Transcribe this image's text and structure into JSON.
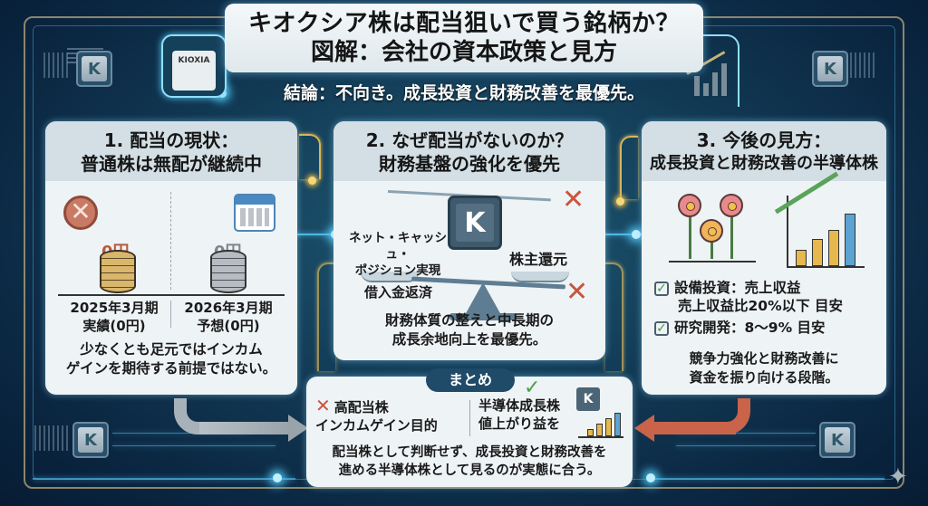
{
  "header": {
    "title_line1": "キオクシア株は配当狙いで買う銘柄か？",
    "title_line2": "図解：会社の資本政策と見方",
    "conclusion": "結論：不向き。成長投資と財務改善を最優先。",
    "logo_text": "KIOXIA"
  },
  "chip_label": "K",
  "panels": [
    {
      "heading_line1": "1. 配当の現状：",
      "heading_line2": "普通株は無配が継続中",
      "columns": [
        {
          "amount": "0円",
          "period": "2025年3月期",
          "status": "実績(0円)",
          "icon": "no-dividend-icon",
          "coin_color": "gold"
        },
        {
          "amount": "0円",
          "period": "2026年3月期",
          "status": "予想(0円)",
          "icon": "calendar-icon",
          "coin_color": "silver"
        }
      ],
      "note_line1": "少なくとも足元ではインカム",
      "note_line2": "ゲインを期待する前提ではない。"
    },
    {
      "heading_line1": "2. なぜ配当がないのか？",
      "heading_line2": "財務基盤の強化を優先",
      "labels": {
        "net_cash_line1": "ネット・キャッシュ・",
        "net_cash_line2": "ポジション実現",
        "shareholder_return": "株主還元",
        "debt_repayment": "借入金返済"
      },
      "note_line1": "財務体質の整えと中長期の",
      "note_line2": "成長余地向上を最優先。"
    },
    {
      "heading_line1": "3. 今後の見方：",
      "heading_line2": "成長投資と財務改善の半導体株",
      "checklist": [
        {
          "line1": "設備投資：売上収益",
          "line2": "売上収益比20%以下 目安"
        },
        {
          "line1": "研究開発：8〜9% 目安",
          "line2": ""
        }
      ],
      "note_line1": "競争力強化と財務改善に",
      "note_line2": "資金を振り向ける段階。"
    }
  ],
  "summary": {
    "badge": "まとめ",
    "left_line1": "高配当株",
    "left_line2": "インカムゲイン目的",
    "right_line1": "半導体成長株",
    "right_line2": "値上がり益を",
    "bottom_line1": "配当株として判断せず、成長投資と財務改善を",
    "bottom_line2": "進める半導体株として見るのが実態に合う。"
  },
  "colors": {
    "background": "#123a55",
    "panel": "#eef3f5",
    "panel_header": "#d3dfe5",
    "accent_red": "#c9553f",
    "accent_green": "#4aa04a",
    "glow_blue": "#4fb9e6",
    "gold": "#d8b45a"
  }
}
